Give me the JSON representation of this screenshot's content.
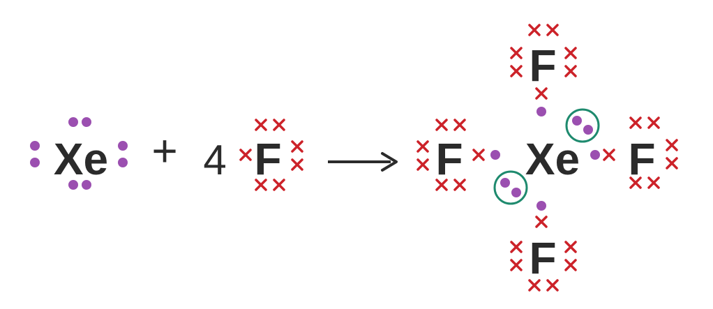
{
  "equation": {
    "reactants": {
      "xenon_symbol": "Xe",
      "plus_sign": "+",
      "coefficient": "4",
      "fluorine_symbol": "F"
    },
    "arrow": "⟶",
    "product": {
      "center_symbol": "Xe",
      "ligand_symbol": "F"
    }
  },
  "colors": {
    "xenon_electron": "#9b4fb0",
    "fluorine_electron": "#cc2229",
    "lone_pair_ring": "#1e8a6e",
    "text": "#2b2b2b"
  },
  "legend_semantics": {
    "xenon_valence_electrons": 8,
    "fluorine_valence_electrons": 7,
    "xef4_bonding_pairs": 4,
    "xef4_lone_pairs_on_xe": 2
  }
}
